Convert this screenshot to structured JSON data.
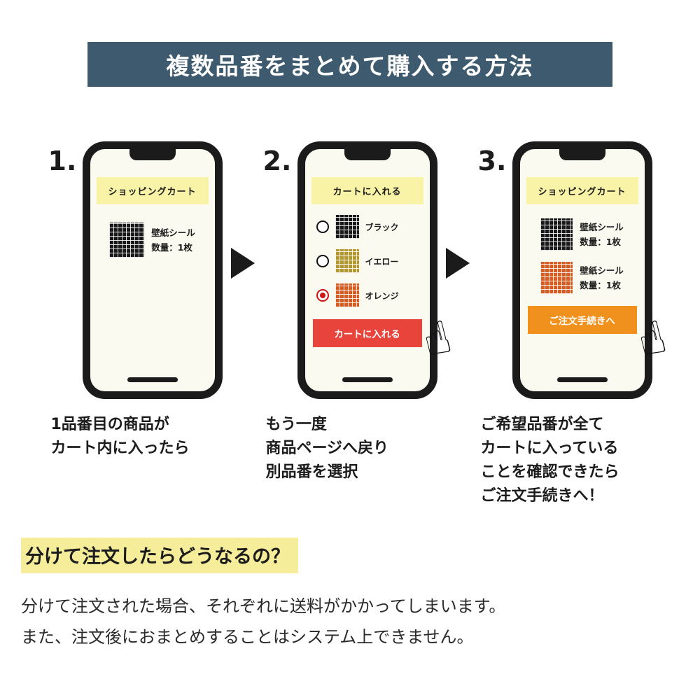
{
  "header": {
    "title": "複数品番をまとめて購入する方法"
  },
  "icons": {
    "hand": "☝"
  },
  "steps": [
    {
      "number": "1.",
      "banner": "ショッピングカート",
      "items": [
        {
          "swatch": "black",
          "name": "壁紙シール",
          "qty": "数量：1枚"
        }
      ],
      "caption_lines": [
        "1品番目の商品が",
        "カート内に入ったら"
      ]
    },
    {
      "number": "2.",
      "banner": "カートに入れる",
      "options": [
        {
          "label": "ブラック",
          "swatch": "black",
          "selected": false
        },
        {
          "label": "イエロー",
          "swatch": "yellow",
          "selected": false
        },
        {
          "label": "オレンジ",
          "swatch": "orange",
          "selected": true
        }
      ],
      "button": "カートに入れる",
      "caption_lines": [
        "もう一度",
        "商品ページへ戻り",
        "別品番を選択"
      ]
    },
    {
      "number": "3.",
      "banner": "ショッピングカート",
      "items": [
        {
          "swatch": "black",
          "name": "壁紙シール",
          "qty": "数量：1枚"
        },
        {
          "swatch": "orange",
          "name": "壁紙シール",
          "qty": "数量：1枚"
        }
      ],
      "button": "ご注文手続きへ",
      "caption_lines": [
        "ご希望品番が全て",
        "カートに入っている",
        "ことを確認できたら",
        "ご注文手続きへ！"
      ]
    }
  ],
  "faq": {
    "heading": "分けて注文したらどうなるの？",
    "body_lines": [
      "分けて注文された場合、それぞれに送料がかかってしまいます。",
      "また、注文後におまとめすることはシステム上できません。"
    ]
  },
  "colors": {
    "header_bg": "#3e5a6e",
    "banner_bg": "#f8f3a6",
    "red_button": "#e8443c",
    "orange_button": "#f0911e",
    "radio_selected": "#cf1414",
    "swatch_black": "#181818",
    "swatch_yellow": "#b5972f",
    "swatch_orange": "#d95b20",
    "highlight": "#f6ed9b",
    "phone_bg": "#fbfaf1"
  }
}
